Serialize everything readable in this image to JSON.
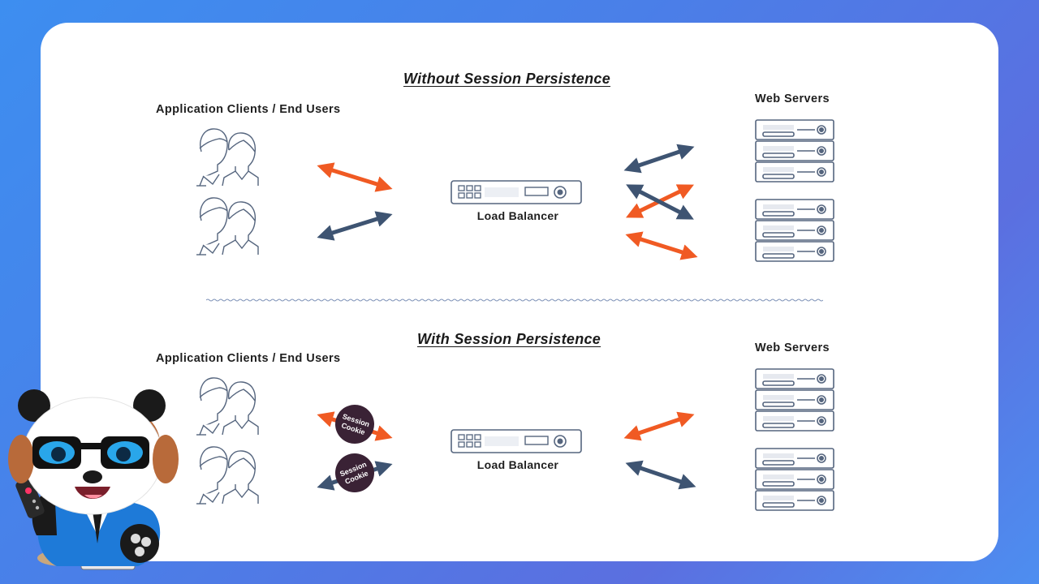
{
  "diagram": {
    "top_section": {
      "title": "Without Session Persistence",
      "clients_label": "Application Clients / End Users",
      "lb_label": "Load Balancer",
      "servers_label": "Web Servers"
    },
    "bottom_section": {
      "title": "With Session Persistence",
      "clients_label": "Application Clients / End Users",
      "lb_label": "Load Balancer",
      "servers_label": "Web Servers",
      "cookie_1": [
        "Session",
        "Cookie"
      ],
      "cookie_2": [
        "Session",
        "Cookie"
      ]
    }
  },
  "colors": {
    "orange_arrow": "#f05a23",
    "blue_arrow": "#3e5472",
    "cookie": "#3a2235",
    "outline": "#55657e"
  },
  "icons": [
    "user-pair-icon",
    "server-rack-icon",
    "load-balancer-icon",
    "double-arrow-icon",
    "session-cookie-icon",
    "panda-mascot"
  ]
}
